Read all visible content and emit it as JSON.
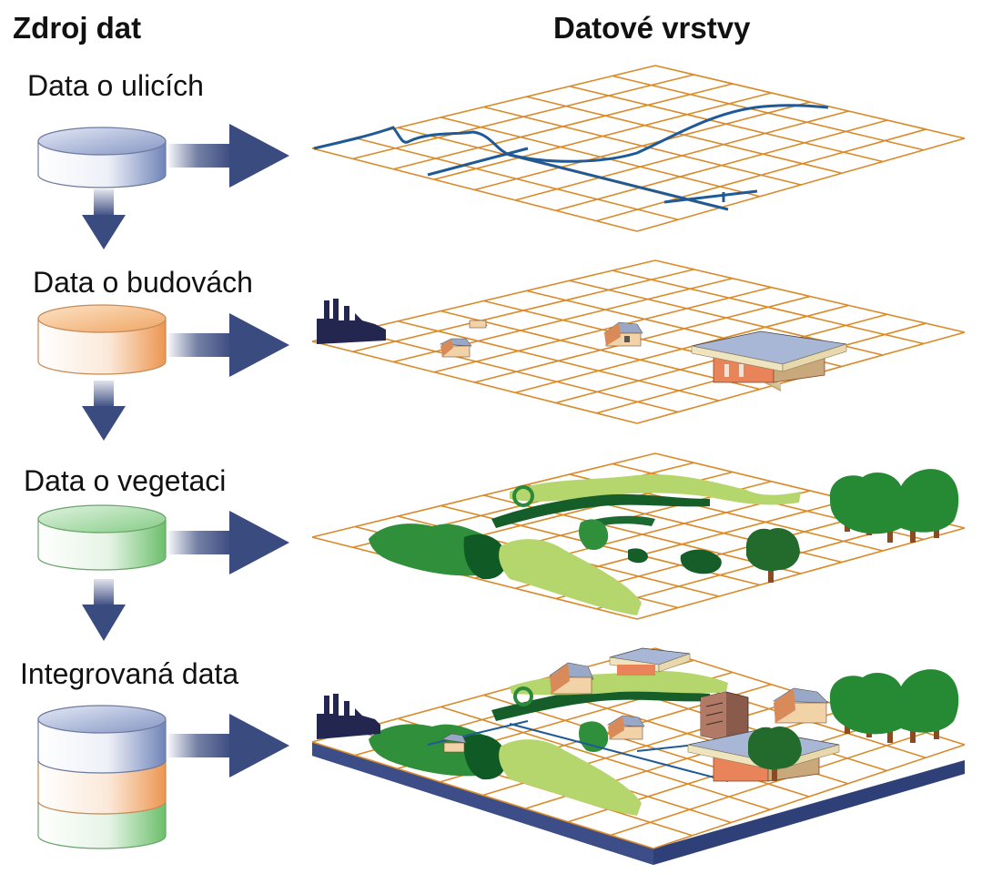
{
  "header": {
    "sources_title": "Zdroj dat",
    "layers_title": "Datové vrstvy"
  },
  "sources": [
    {
      "label": "Data o ulicích",
      "color": "#8a9cc8"
    },
    {
      "label": "Data o budovách",
      "color": "#f0a060"
    },
    {
      "label": "Data o vegetaci",
      "color": "#7cc47c"
    },
    {
      "label": "Integrovaná data"
    }
  ],
  "colors": {
    "grid": "#d98a2a",
    "street": "#1f5a96",
    "arrow": "#3a4b80",
    "base": "#2f3f78"
  }
}
